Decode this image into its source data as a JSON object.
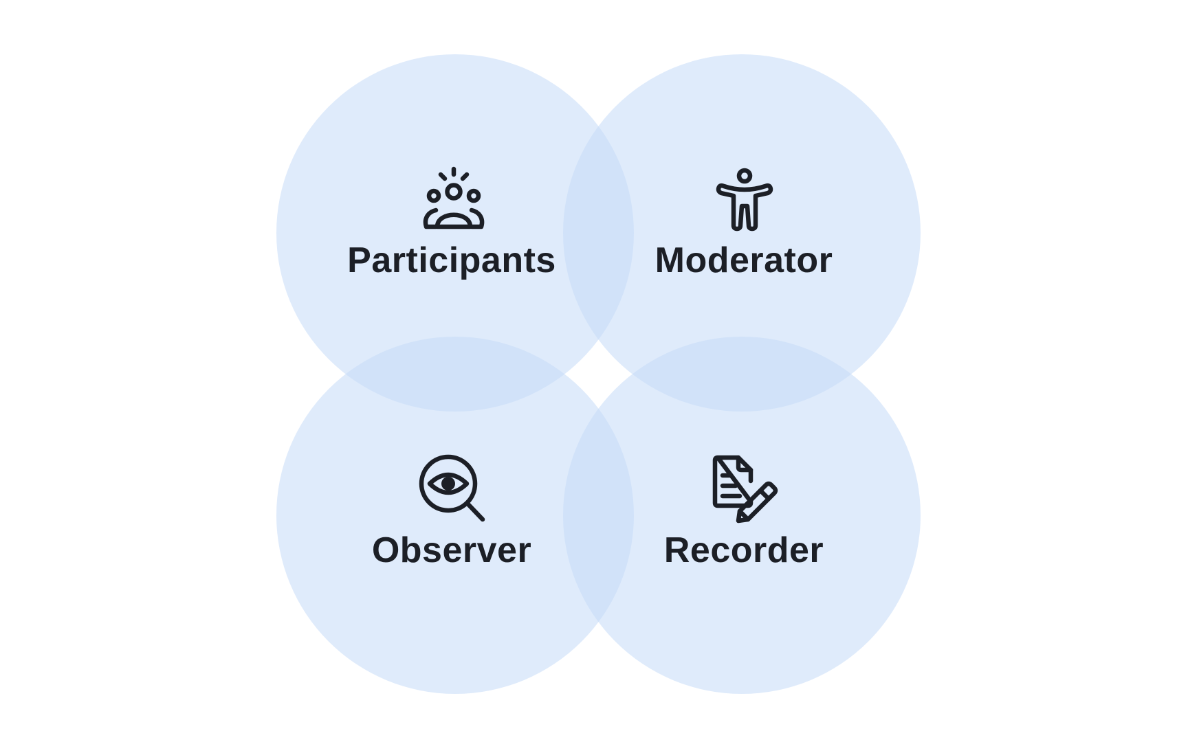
{
  "diagram": {
    "colors": {
      "circle_fill": "#c6dbf8",
      "text": "#1c1f26",
      "background": "#ffffff"
    },
    "roles": [
      {
        "label": "Participants",
        "icon": "group-icon"
      },
      {
        "label": "Moderator",
        "icon": "accessibility-person-icon"
      },
      {
        "label": "Observer",
        "icon": "eye-search-icon"
      },
      {
        "label": "Recorder",
        "icon": "document-edit-icon"
      }
    ]
  }
}
